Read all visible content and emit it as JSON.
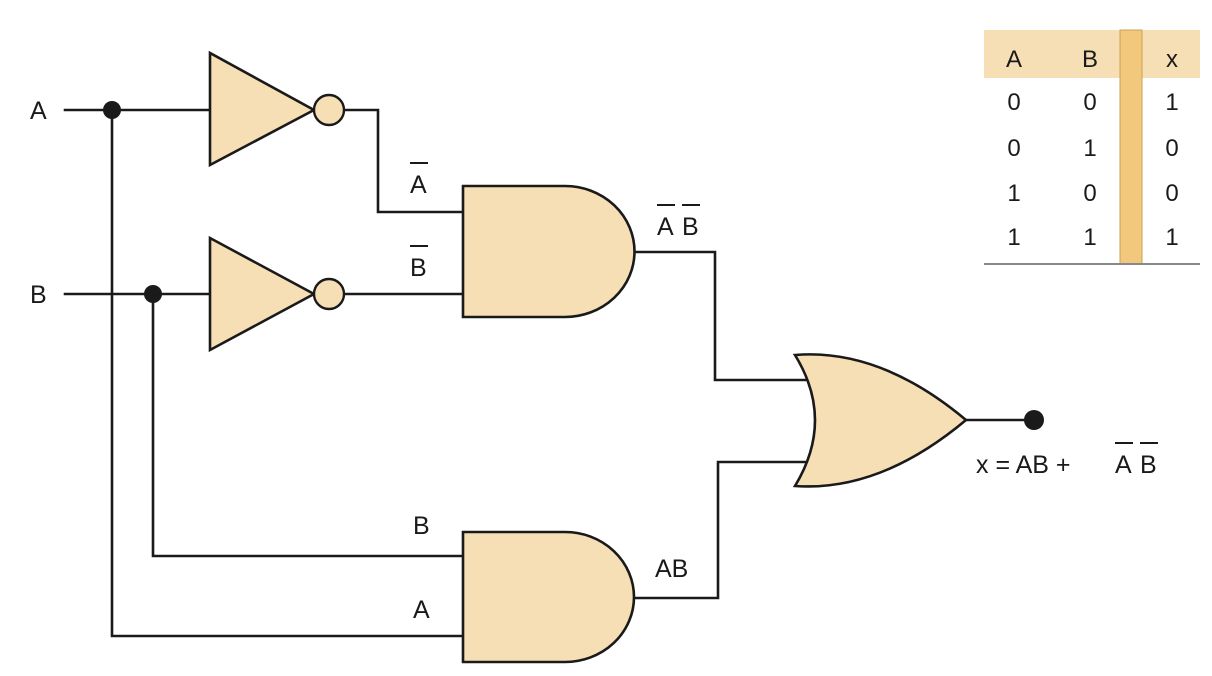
{
  "inputs": {
    "a": "A",
    "b": "B"
  },
  "labels": {
    "not_a": "A",
    "not_b": "B",
    "and1_out_1": "A",
    "and1_out_2": "B",
    "and2_in_b": "B",
    "and2_in_a": "A",
    "and2_out": "AB",
    "output_prefix": "x = AB +",
    "output_bar_1": "A",
    "output_bar_2": "B"
  },
  "truth_table": {
    "headers": [
      "A",
      "B",
      "x"
    ],
    "rows": [
      [
        "0",
        "0",
        "1"
      ],
      [
        "0",
        "1",
        "0"
      ],
      [
        "1",
        "0",
        "0"
      ],
      [
        "1",
        "1",
        "1"
      ]
    ]
  },
  "colors": {
    "gate_fill": "#f7dfb5",
    "separator": "#f2c97c",
    "line": "#1a1a1a"
  }
}
